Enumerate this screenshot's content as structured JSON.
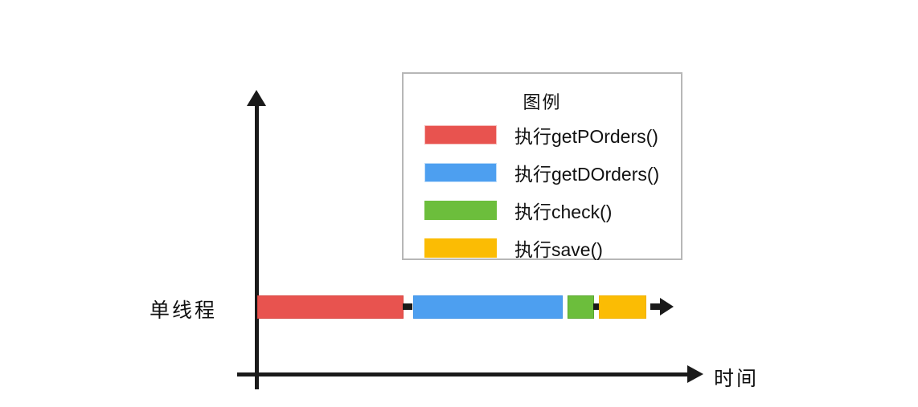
{
  "diagram": {
    "axes": {
      "y_label": "单线程",
      "x_label": "时间"
    },
    "legend": {
      "title": "图例",
      "items": [
        {
          "color": "#e8534f",
          "label": "执行getPOrders()",
          "swatch_name": "legend-swatch-red"
        },
        {
          "color": "#4d9ff0",
          "label": "执行getDOrders()",
          "swatch_name": "legend-swatch-blue"
        },
        {
          "color": "#6cbe3c",
          "label": "执行check()",
          "swatch_name": "legend-swatch-green"
        },
        {
          "color": "#fbbc04",
          "label": "执行save()",
          "swatch_name": "legend-swatch-yellow"
        }
      ]
    },
    "timeline": {
      "track_label": "单线程",
      "segments": [
        {
          "name": "getPOrders",
          "color": "#e8534f",
          "label": "执行getPOrders()"
        },
        {
          "name": "getDOrders",
          "color": "#4d9ff0",
          "label": "执行getDOrders()"
        },
        {
          "name": "check",
          "color": "#6cbe3c",
          "label": "执行check()"
        },
        {
          "name": "save",
          "color": "#fbbc04",
          "label": "执行save()"
        }
      ]
    }
  },
  "chart_data": {
    "type": "bar",
    "title": "",
    "xlabel": "时间",
    "ylabel": "单线程",
    "orientation": "horizontal",
    "grid": false,
    "legend_position": "top-center",
    "legend_title": "图例",
    "categories": [
      "单线程"
    ],
    "series": [
      {
        "name": "执行getPOrders()",
        "color": "#e8534f",
        "start": 0,
        "duration": 182,
        "end": 182
      },
      {
        "name": "执行getDOrders()",
        "color": "#4d9ff0",
        "start": 194,
        "duration": 186,
        "end": 380
      },
      {
        "name": "执行check()",
        "color": "#6cbe3c",
        "start": 386,
        "duration": 33,
        "end": 419
      },
      {
        "name": "执行save()",
        "color": "#fbbc04",
        "start": 425,
        "duration": 59,
        "end": 484
      }
    ],
    "annotations": [
      "时间轴箭头表示执行持续进行"
    ]
  }
}
